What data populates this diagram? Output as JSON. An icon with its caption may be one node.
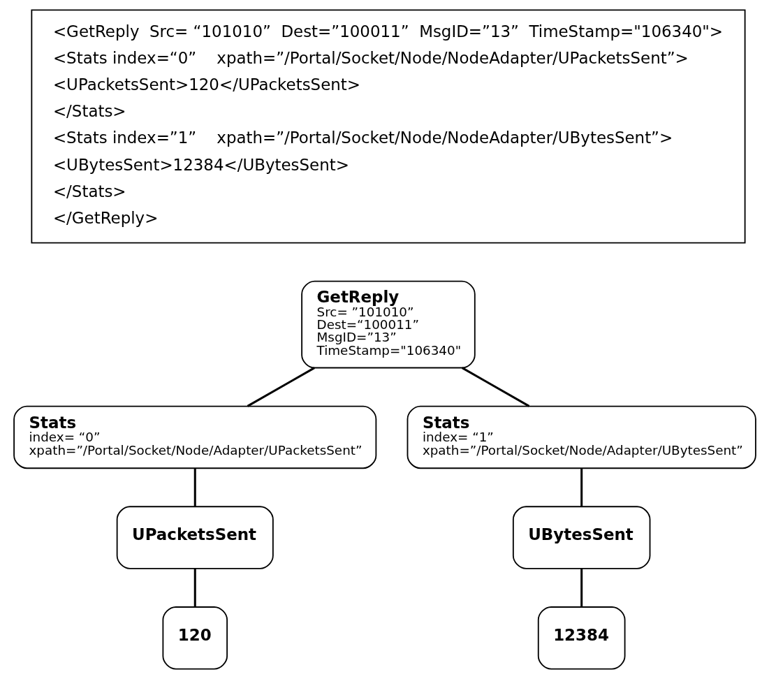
{
  "diagram": {
    "nodes": [
      {
        "text": [
          "<GetReply  Src= “101010”  Dest=”100011”  MsgID=”13”  TimeStamp=\"106340\">",
          "<Stats index=“0”    xpath=”/Portal/Socket/Node/NodeAdapter/UPacketsSent”>",
          "<UPacketsSent>120</UPacketsSent>",
          "</Stats>",
          "<Stats index=”1”    xpath=”/Portal/Socket/Node/NodeAdapter/UBytesSent”>",
          "<UBytesSent>12384</UBytesSent>",
          "</Stats>",
          "</GetReply>"
        ]
      },
      {
        "text": [
          "GetReply",
          "Src= ”101010”",
          "Dest=“100011”",
          "MsgID=”13”",
          "TimeStamp=\"106340\""
        ]
      },
      {
        "text": [
          "Stats",
          "index= “0”",
          "xpath=”/Portal/Socket/Node/Adapter/UPacketsSent”"
        ]
      },
      {
        "text": [
          "Stats",
          "index= “1”",
          "xpath=”/Portal/Socket/Node/Adapter/UBytesSent”"
        ]
      },
      {
        "text": [
          "UPacketsSent"
        ]
      },
      {
        "text": [
          "UBytesSent"
        ]
      },
      {
        "text": [
          "120"
        ]
      },
      {
        "text": [
          "12384"
        ]
      }
    ],
    "edges": [
      {
        "from": 1,
        "to": 2,
        "arrow": "none"
      },
      {
        "from": 1,
        "to": 3,
        "arrow": "none"
      },
      {
        "from": 2,
        "to": 4,
        "arrow": "none"
      },
      {
        "from": 3,
        "to": 5,
        "arrow": "none"
      },
      {
        "from": 4,
        "to": 6,
        "arrow": "none"
      },
      {
        "from": 5,
        "to": 7,
        "arrow": "none"
      }
    ]
  }
}
